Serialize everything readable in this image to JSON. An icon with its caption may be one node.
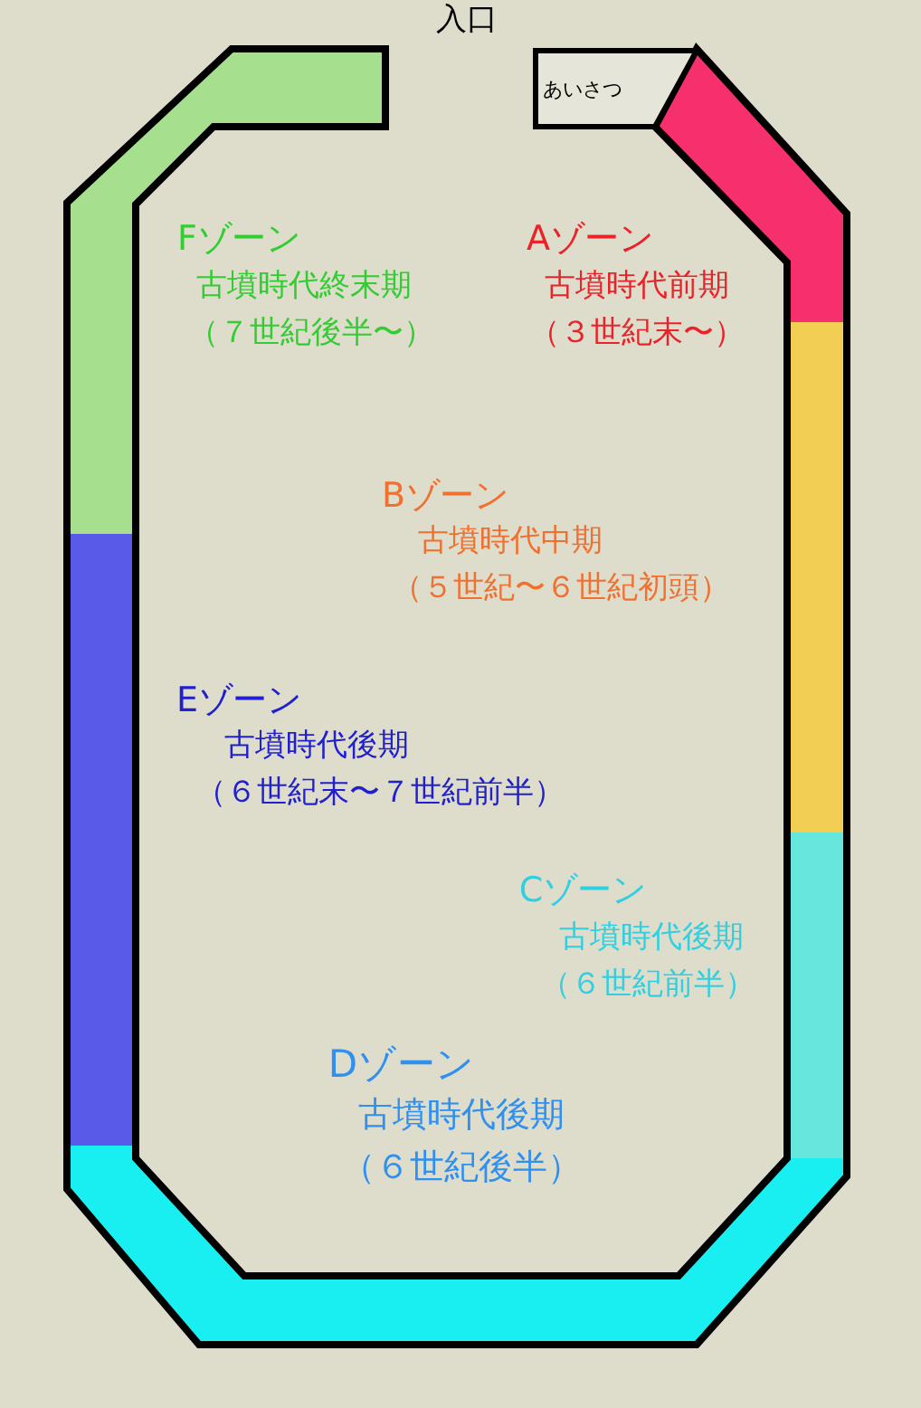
{
  "diagram": {
    "nodes": [
      {
        "text": [
          "あいさつ"
        ]
      }
    ],
    "labels": [
      "入口",
      "Fゾーン",
      "古墳時代終末期",
      "（７世紀後半〜）",
      "Aゾーン",
      "古墳時代前期",
      "（３世紀末〜）",
      "Bゾーン",
      "古墳時代中期",
      "（５世紀〜６世紀初頭）",
      "Eゾーン",
      "古墳時代後期",
      "（６世紀末〜７世紀前半）",
      "Cゾーン",
      "古墳時代後期",
      "（６世紀前半）",
      "Dゾーン",
      "古墳時代後期",
      "（６世紀後半）"
    ]
  }
}
